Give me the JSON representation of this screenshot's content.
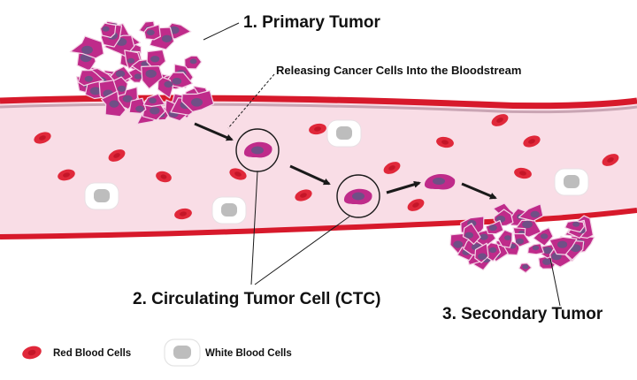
{
  "labels": {
    "primary": "1. Primary Tumor",
    "releasing": "Releasing Cancer Cells Into the Bloodstream",
    "ctc": "2. Circulating Tumor Cell (CTC)",
    "secondary": "3. Secondary Tumor"
  },
  "legend": {
    "red": "Red Blood Cells",
    "white": "White Blood Cells"
  },
  "colors": {
    "vessel_wall": "#d7192b",
    "vessel_inner": "#f9dde6",
    "red_cell": "#e0283a",
    "red_cell_center": "#c41628",
    "white_cell": "#ffffff",
    "white_nucleus": "#bdbdbd",
    "tumor_cell": "#bf2b8a",
    "tumor_nucleus": "#6f4f86",
    "arrow": "#1a1a1a"
  }
}
